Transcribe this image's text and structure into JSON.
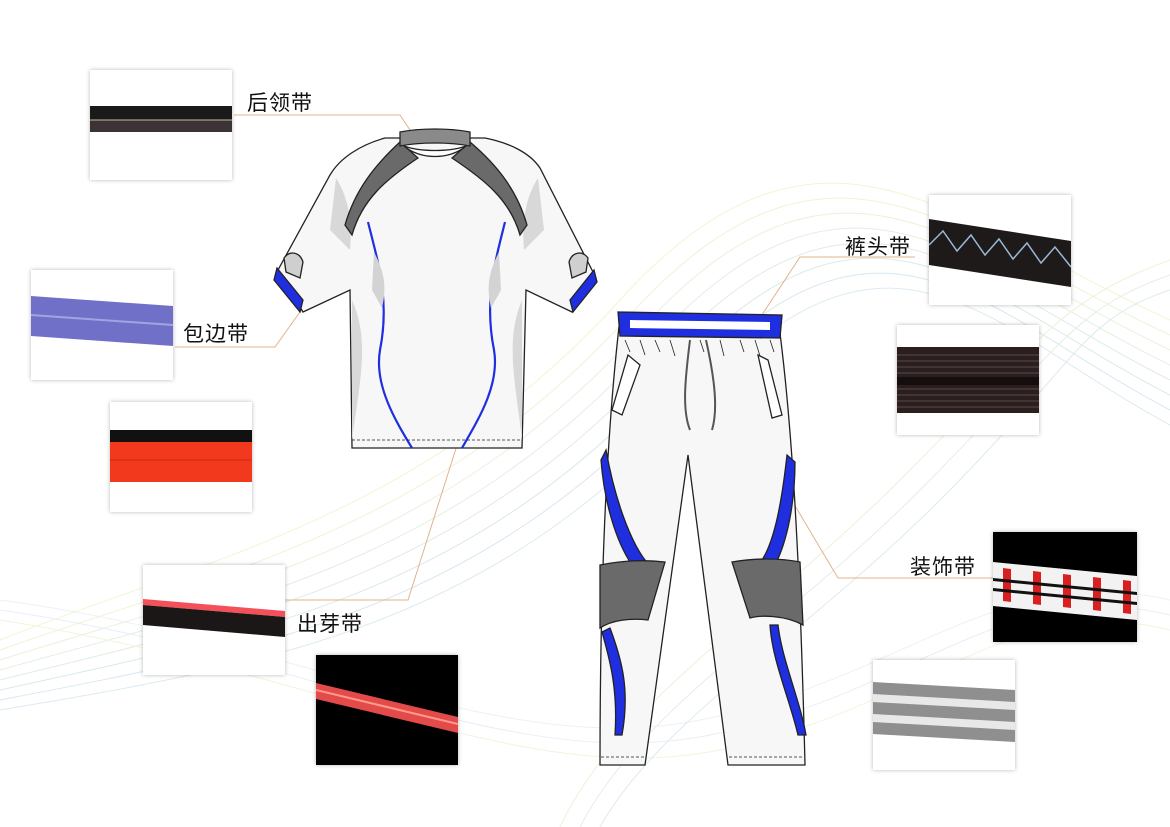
{
  "labels": {
    "back_neck_tape": "后领带",
    "binding_tape": "包边带",
    "piping_tape": "出芽带",
    "waistband_tape": "裤头带",
    "decorative_tape": "装饰带"
  },
  "colors": {
    "accent_blue": "#1f2fe0",
    "panel_grey": "#6a6a6a",
    "garment_white": "#f7f7f7",
    "shade_grey": "#d8d8d8",
    "leader_line": "#e0b48e",
    "bg_wave_yellow": "#eef3c8",
    "bg_wave_blue": "#cfe2ee"
  },
  "items": [
    {
      "name": "t-shirt",
      "icon": "t-shirt-sketch"
    },
    {
      "name": "pants",
      "icon": "pants-sketch"
    }
  ]
}
